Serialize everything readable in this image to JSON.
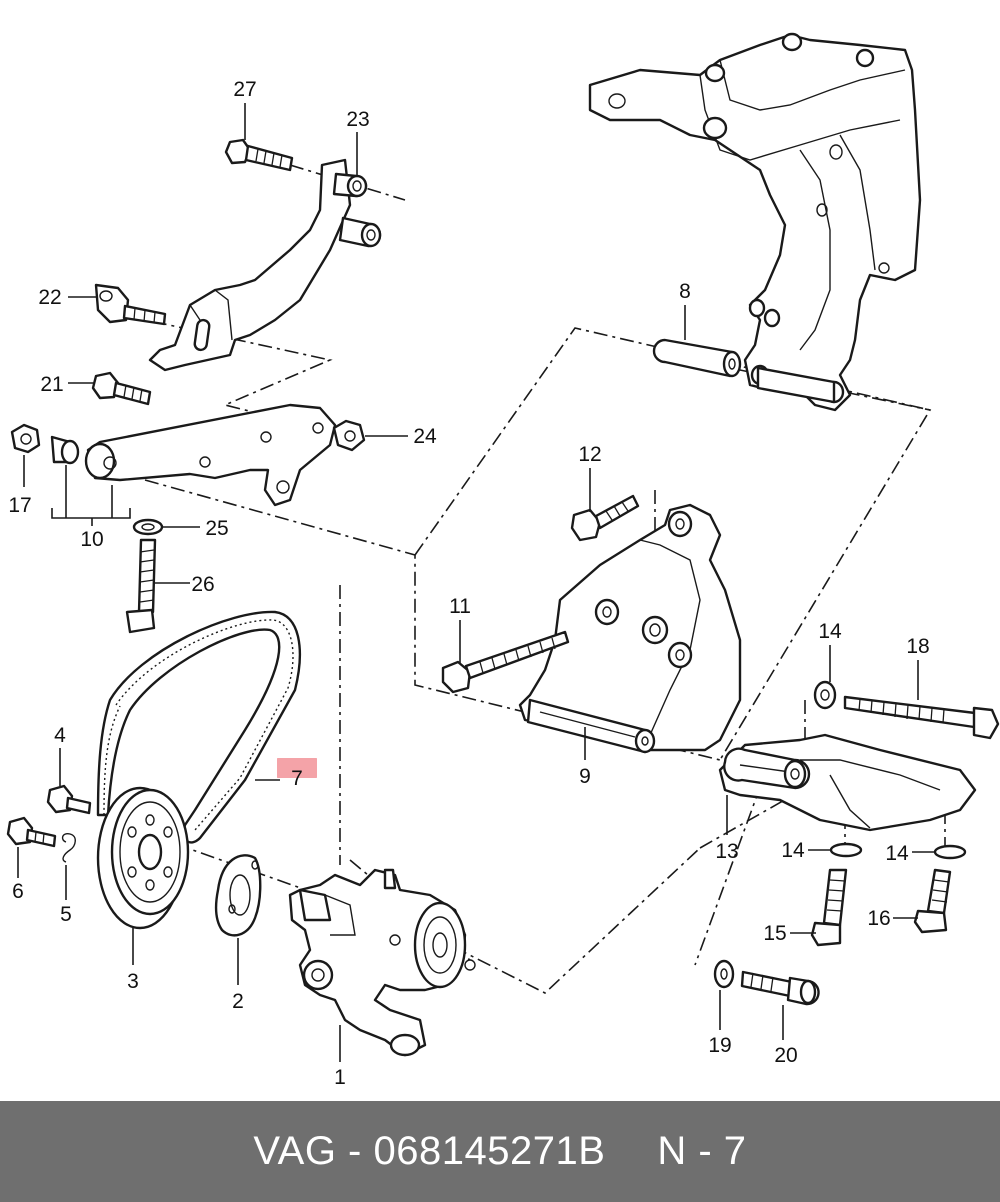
{
  "callouts": {
    "c1": "1",
    "c2": "2",
    "c3": "3",
    "c4": "4",
    "c5": "5",
    "c6": "6",
    "c7": "7",
    "c8": "8",
    "c9": "9",
    "c10": "10",
    "c11": "11",
    "c12": "12",
    "c13": "13",
    "c14a": "14",
    "c14b": "14",
    "c14c": "14",
    "c15": "15",
    "c16": "16",
    "c17": "17",
    "c18": "18",
    "c19": "19",
    "c20": "20",
    "c21": "21",
    "c22": "22",
    "c23": "23",
    "c24": "24",
    "c25": "25",
    "c26": "26",
    "c27": "27"
  },
  "highlight": {
    "color": "#f4a3a8",
    "callout": "7"
  },
  "footer": {
    "part_number": "VAG - 068145271B",
    "position": "N - 7",
    "background": "#6f6f6f"
  }
}
